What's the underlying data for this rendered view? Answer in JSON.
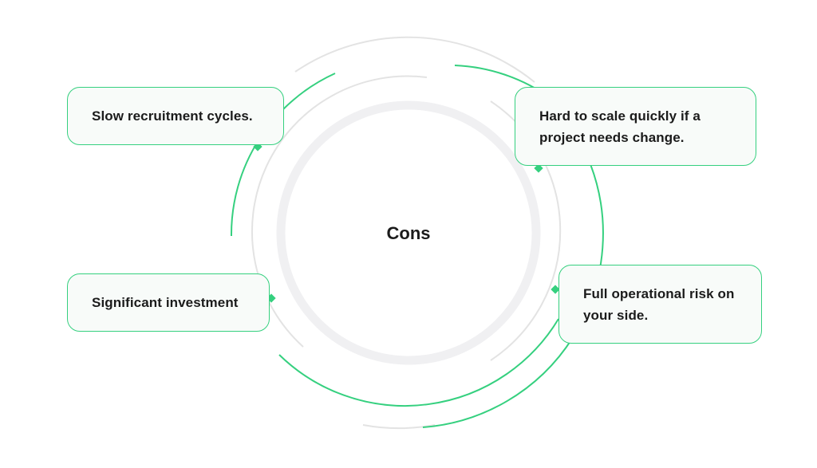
{
  "center": {
    "title": "Cons"
  },
  "cards": {
    "top_left": "Slow recruitment cycles.",
    "top_right": "Hard to scale quickly if a project needs change.",
    "bottom_left": "Significant investment",
    "bottom_right": "Full operational risk on your side."
  },
  "colors": {
    "accent": "#35d07f",
    "ring_gray": "#e3e3e3",
    "inner_ring": "#f0f0f2",
    "card_bg": "#f8fbf9",
    "text": "#1b1b1b"
  }
}
